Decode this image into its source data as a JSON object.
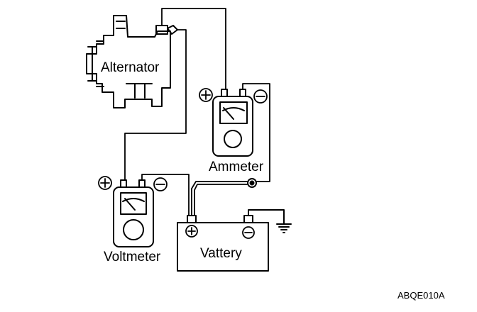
{
  "components": {
    "alternator": {
      "label": "Alternator"
    },
    "ammeter": {
      "label": "Ammeter"
    },
    "voltmeter": {
      "label": "Voltmeter"
    },
    "battery": {
      "label": "Vattery"
    }
  },
  "polarity": {
    "plus": "⊕",
    "minus": "⊖"
  },
  "figure_code": "ABQE010A",
  "colors": {
    "ink": "#000000",
    "paper": "#ffffff"
  }
}
